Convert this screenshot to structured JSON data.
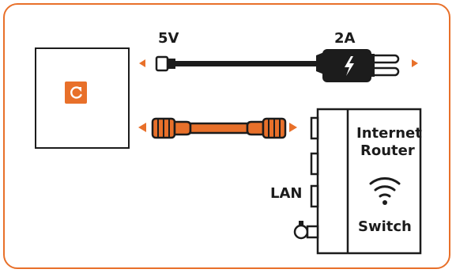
{
  "labels": {
    "voltage": "5V",
    "current": "2A",
    "lan": "LAN",
    "router_line1": "Internet",
    "router_line2": "Router",
    "switch": "Switch"
  },
  "colors": {
    "accent": "#e8702a",
    "ink": "#1c1c1c",
    "background": "#ffffff"
  },
  "icons": {
    "device_button": "power-cycle-icon",
    "plug_bolt": "lightning-bolt-icon",
    "router_signal": "wifi-icon"
  }
}
